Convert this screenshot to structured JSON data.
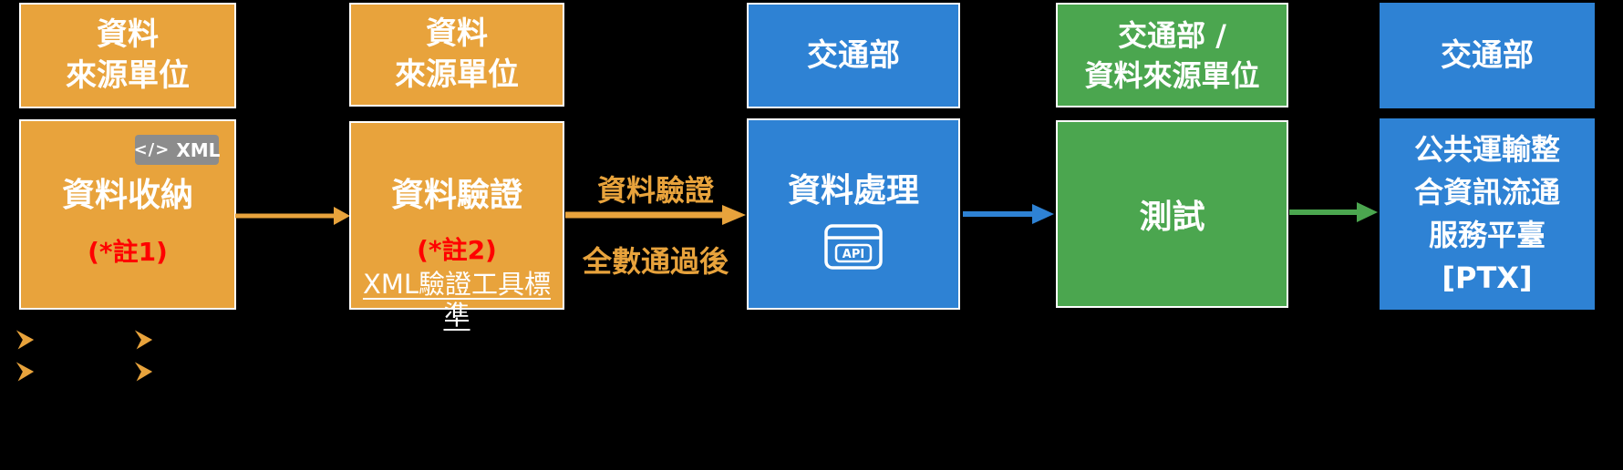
{
  "diagram": {
    "background": "#000000",
    "colors": {
      "box_orange": "#E8A33C",
      "box_blue": "#2E82D4",
      "box_green": "#4BA64F",
      "note_red": "#FF0000",
      "badge_gray": "#8C8C8C",
      "text_white": "#FFFFFF"
    },
    "stages": [
      {
        "header": [
          "資料",
          "來源單位"
        ],
        "title": "資料收納",
        "note": "(*註1)",
        "badge": {
          "code_glyph": "</>",
          "label": "XML"
        }
      },
      {
        "header": [
          "資料",
          "來源單位"
        ],
        "title": "資料驗證",
        "note": "(*註2)",
        "link": "XML驗證工具標準"
      },
      {
        "header": [
          "交通部"
        ],
        "title": "資料處理",
        "icon_label": "API"
      },
      {
        "header": [
          "交通部 /",
          "資料來源單位"
        ],
        "title": "測試"
      },
      {
        "header": [
          "交通部"
        ],
        "body_lines": [
          "公共運輸整",
          "合資訊流通",
          "服務平臺",
          "[PTX]"
        ]
      }
    ],
    "flow_label": {
      "line1": "資料驗證",
      "line2": "全數通過後"
    },
    "bullet_count": 4
  }
}
